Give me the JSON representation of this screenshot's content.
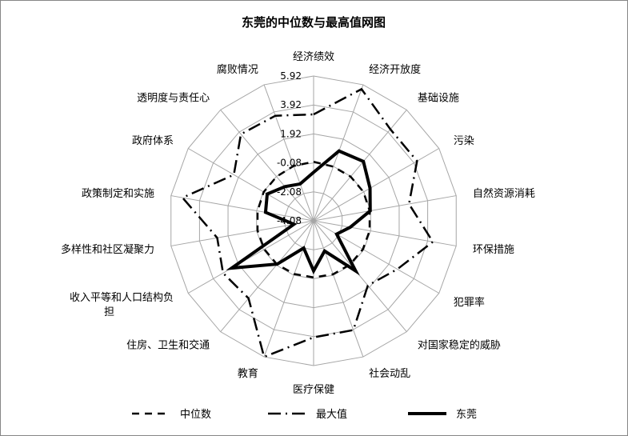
{
  "chart_data": {
    "type": "radar",
    "title": "东莞的中位数与最高值网图",
    "categories": [
      "经济绩效",
      "经济开放度",
      "基础设施",
      "污染",
      "自然资源消耗",
      "环保措施",
      "犯罪率",
      "对国家稳定的威胁",
      "社会动乱",
      "医疗保健",
      "教育",
      "住房、卫生和交通",
      "收入平等和人口结构负担",
      "多样性和社区凝聚力",
      "政策制定和实施",
      "政府体系",
      "透明度与责任心",
      "腐败情况"
    ],
    "radial_ticks": [
      "5.92",
      "3.92",
      "1.92",
      "-0.08",
      "-2.08",
      "-4.08"
    ],
    "rlim": [
      -4.08,
      5.92
    ],
    "series": [
      {
        "name": "中位数",
        "style": "dash",
        "values": [
          0.0,
          -0.1,
          -0.1,
          -0.1,
          -0.15,
          -0.15,
          -0.15,
          -0.15,
          -0.15,
          -0.17,
          -0.17,
          -0.15,
          -0.15,
          -0.15,
          -0.15,
          -0.1,
          -0.1,
          -0.05
        ]
      },
      {
        "name": "最大值",
        "style": "dashdot",
        "values": [
          3.27,
          5.6,
          4.17,
          4.17,
          2.61,
          4.28,
          2.6,
          1.75,
          3.95,
          3.97,
          5.92,
          2.91,
          3.14,
          2.68,
          5.11,
          2.28,
          3.73,
          3.64
        ]
      },
      {
        "name": "东莞",
        "style": "solid",
        "values": [
          -0.73,
          1.05,
          1.27,
          0.42,
          -0.11,
          -1.51,
          -2.24,
          0.44,
          -1.86,
          -0.62,
          -2.08,
          -0.18,
          2.45,
          -2.7,
          -0.71,
          -0.38,
          -1.0,
          -1.37
        ]
      }
    ],
    "legend_position": "bottom",
    "grid": true
  },
  "colors": {
    "line": "#000000",
    "grid": "#a6a6a6",
    "border": "#868686"
  }
}
